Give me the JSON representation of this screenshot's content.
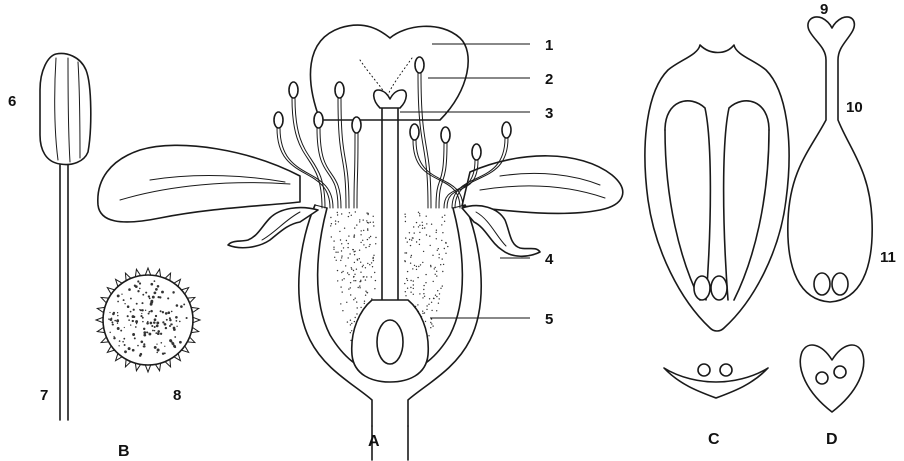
{
  "labels": {
    "n1": "1",
    "n2": "2",
    "n3": "3",
    "n4": "4",
    "n5": "5",
    "n6": "6",
    "n7": "7",
    "n8": "8",
    "n9": "9",
    "n10": "10",
    "n11": "11"
  },
  "panels": {
    "a": "A",
    "b": "B",
    "c": "C",
    "d": "D"
  },
  "colors": {
    "ink": "#1a1a1a",
    "background": "#ffffff"
  }
}
